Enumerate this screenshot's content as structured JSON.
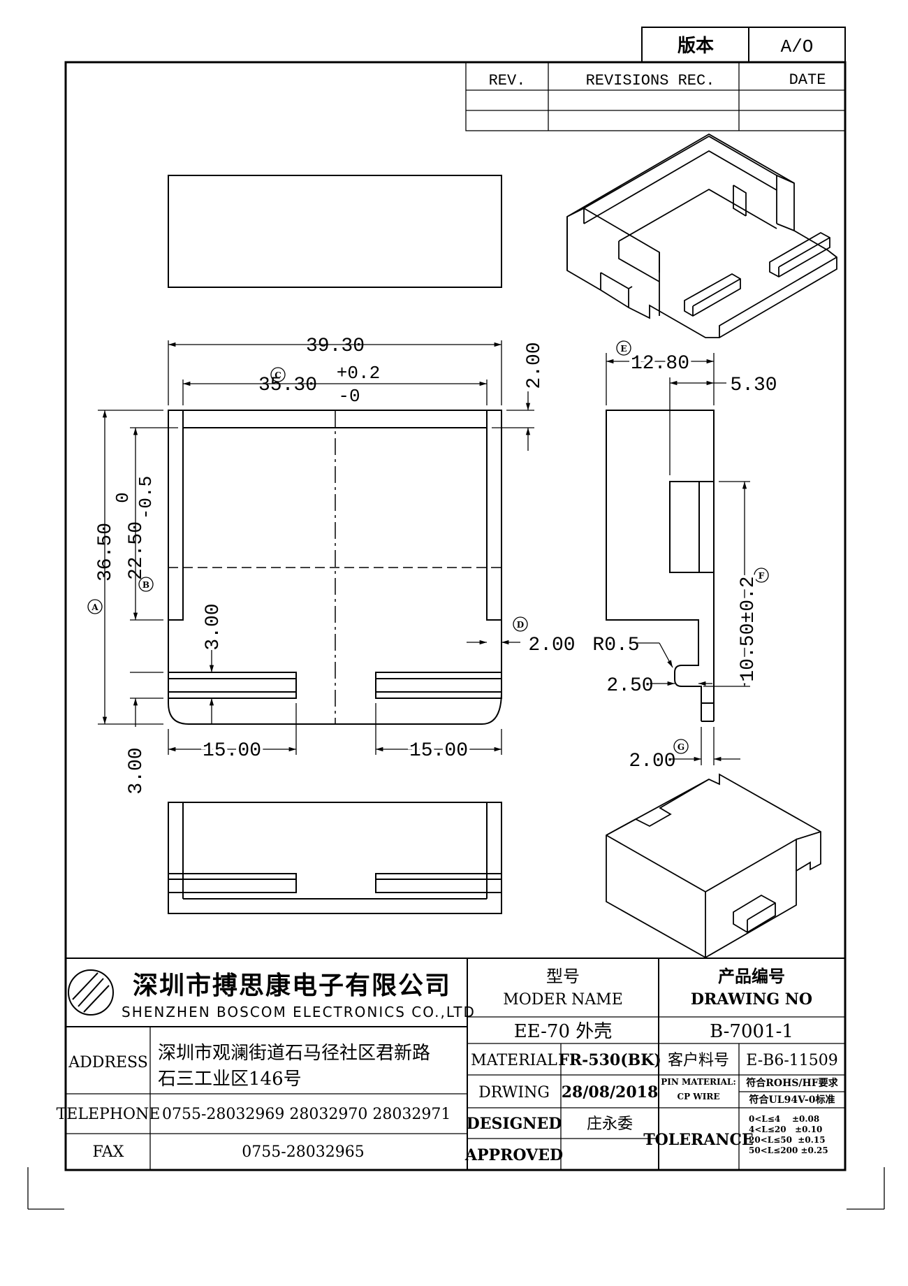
{
  "version_box": {
    "label": "版本",
    "value": "A/O"
  },
  "revisions": {
    "rev": "REV.",
    "rec": "REVISIONS REC.",
    "date": "DATE"
  },
  "dims": {
    "d3930": "39.30",
    "d3530": "35.30",
    "d3530_tol_plus": "+0.2",
    "d3530_tol_minus": "-0",
    "d200_top": "2.00",
    "d3650": "36.50",
    "d2250": "22.50",
    "d2250_tol_plus": "0",
    "d2250_tol_minus": "-0.5",
    "d300_mid": "3.00",
    "d200_right": "2.00",
    "d300_bottom": "3.00",
    "d1500_left": "15.00",
    "d1500_right": "15.00",
    "d1280": "12.80",
    "d530": "5.30",
    "d1050": "10.50±0.2",
    "r05": "R0.5",
    "d250": "2.50",
    "d200_side": "2.00"
  },
  "markers": {
    "A": "A",
    "B": "B",
    "C": "C",
    "D": "D",
    "E": "E",
    "F": "F",
    "G": "G"
  },
  "company": {
    "name_cn": "深圳市搏思康电子有限公司",
    "name_en": "SHENZHEN BOSCOM ELECTRONICS CO.,LTD"
  },
  "address": {
    "label": "ADDRESS",
    "line1": "深圳市观澜街道石马径社区君新路",
    "line2": "石三工业区146号"
  },
  "telephone": {
    "label": "TELEPHONE",
    "value": "0755-28032969 28032970 28032971"
  },
  "fax": {
    "label": "FAX",
    "value": "0755-28032965"
  },
  "model": {
    "label_cn": "型号",
    "label_en": "MODER NAME",
    "value": "EE-70 外壳"
  },
  "drawing_no": {
    "label_cn": "产品编号",
    "label_en": "DRAWING NO",
    "value": "B-7001-1"
  },
  "material": {
    "label": "MATERIAL",
    "value": "FR-530(BK)"
  },
  "customer_code": {
    "label": "客户料号",
    "value": "E-B6-11509"
  },
  "drawing_date": {
    "label": "DRWING",
    "value": "28/08/2018"
  },
  "pin_material": {
    "label1": "PIN MATERIAL:",
    "label2": "CP WIRE",
    "value1": "符合ROHS/HF要求",
    "value2": "符合UL94V-0标准"
  },
  "designed": {
    "label": "DESIGNED",
    "value": "庄永委"
  },
  "approved": {
    "label": "APPROVED",
    "value": ""
  },
  "tolerance": {
    "label": "TOLERANCE",
    "rows": [
      "0<L≤4    ±0.08",
      "4<L≤20   ±0.10",
      "20<L≤50  ±0.15",
      "50<L≤200 ±0.25"
    ]
  }
}
